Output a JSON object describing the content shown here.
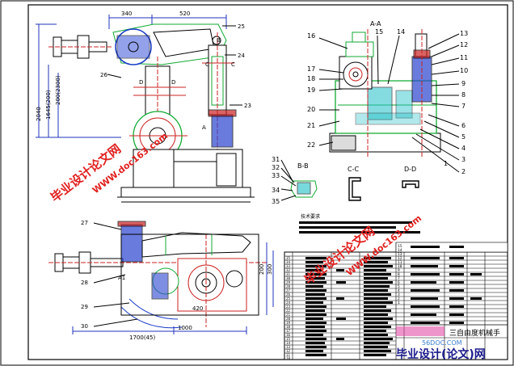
{
  "drawing": {
    "title_block_name": "三自由度机械手",
    "tech_req_label": "技术要求",
    "section_labels": {
      "aa": "A-A",
      "bb": "B-B",
      "cc": "C-C",
      "dd": "D-D"
    },
    "view_markers": {
      "a": "A",
      "b": "B",
      "c": "C",
      "d": "D",
      "a1": "A1"
    },
    "dimensions": {
      "top_left": "340",
      "top_mid": "520",
      "vert_1": "2040",
      "vert_2": "1645(200)",
      "vert_3": "200(2300)",
      "plan_bottom_1": "1000",
      "plan_bottom_2": "1700(45)",
      "plan_right_1": "200",
      "plan_right_2": "300",
      "plan_mid": "420"
    },
    "balloons_front": [
      "26",
      "25",
      "24",
      "23"
    ],
    "balloons_section": [
      "16",
      "15",
      "14",
      "13",
      "12",
      "11",
      "10",
      "9",
      "8",
      "7",
      "6",
      "5",
      "4",
      "3",
      "2",
      "1",
      "17",
      "18",
      "19",
      "20",
      "21",
      "22"
    ],
    "balloons_bb": [
      "31",
      "32",
      "33",
      "34",
      "35"
    ],
    "balloons_plan": [
      "27",
      "28",
      "29",
      "30"
    ],
    "bom_rows_left": [
      "35",
      "34",
      "33",
      "32",
      "31",
      "30",
      "29",
      "28",
      "27",
      "26",
      "25",
      "24",
      "23",
      "22",
      "21",
      "20",
      "19",
      "18",
      "17",
      "16",
      "15",
      "14",
      "13",
      "12",
      "11",
      "10"
    ],
    "bom_rows_right": [
      "15",
      "14",
      "13",
      "12",
      "11",
      "10",
      "9",
      "8",
      "7",
      "6",
      "5",
      "4",
      "3",
      "2",
      "1"
    ],
    "watermarks": {
      "cn": "毕业设计论文网",
      "url": "WWW.doc163.com",
      "corner": "毕业设计(论文)网",
      "small": "56DOC.COM"
    }
  }
}
